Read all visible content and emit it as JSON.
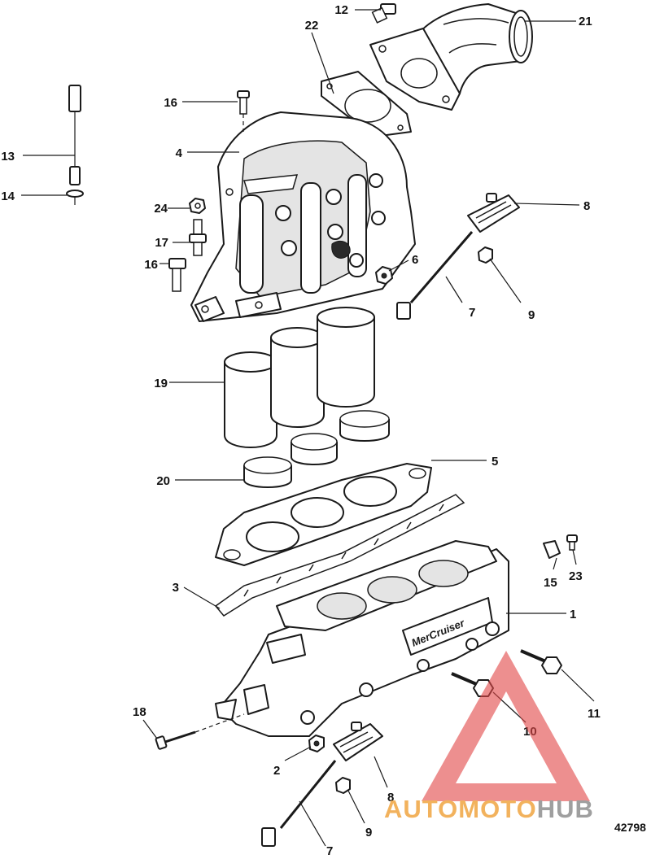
{
  "callouts": {
    "c1": "1",
    "c2": "2",
    "c3": "3",
    "c4": "4",
    "c5": "5",
    "c6": "6",
    "c7a": "7",
    "c7b": "7",
    "c8a": "8",
    "c8b": "8",
    "c9a": "9",
    "c9b": "9",
    "c10": "10",
    "c11": "11",
    "c12": "12",
    "c13": "13",
    "c14": "14",
    "c15": "15",
    "c16a": "16",
    "c16b": "16",
    "c17": "17",
    "c18": "18",
    "c19": "19",
    "c20": "20",
    "c21": "21",
    "c22": "22",
    "c23": "23",
    "c24": "24"
  },
  "drawing_number": "42798",
  "manifold_brand_text": "MerCruiser",
  "watermark": {
    "auto": "AUTO",
    "moto": "MOTO",
    "hub": "HUB",
    "color_orange": "#f0a23a",
    "color_gray": "#8a8a8a",
    "color_triangle": "#e24a4a"
  }
}
